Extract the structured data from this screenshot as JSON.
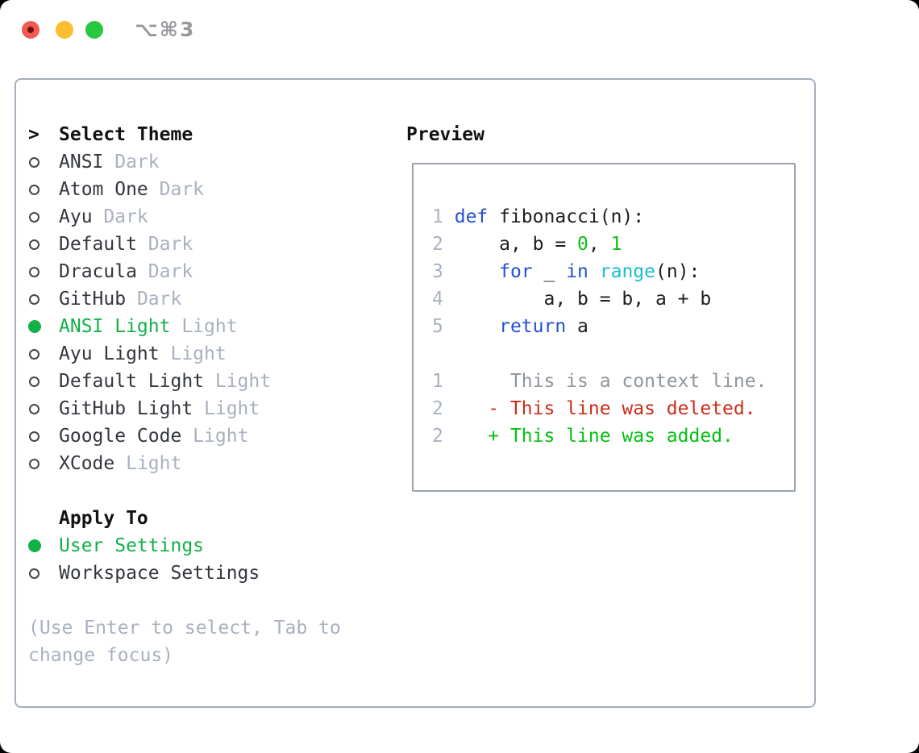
{
  "window": {
    "shortcut_label": "⌥⌘3"
  },
  "colors": {
    "traffic_red": "#f35b51",
    "traffic_yellow": "#fcbd2e",
    "traffic_green": "#27c83f",
    "panel_border": "#a6aebb",
    "selection_green": "#12b147",
    "muted_gray": "#a9b1bd",
    "keyword_blue": "#2251d5",
    "function_cyan": "#19bfcd",
    "number_green": "#0abd16",
    "diff_red": "#cd2d19",
    "diff_green": "#05c113"
  },
  "theme_picker": {
    "title_marker": ">",
    "title": "Select Theme",
    "themes": [
      {
        "name": "ANSI",
        "variant": "Dark",
        "selected": false
      },
      {
        "name": "Atom One",
        "variant": "Dark",
        "selected": false
      },
      {
        "name": "Ayu",
        "variant": "Dark",
        "selected": false
      },
      {
        "name": "Default",
        "variant": "Dark",
        "selected": false
      },
      {
        "name": "Dracula",
        "variant": "Dark",
        "selected": false
      },
      {
        "name": "GitHub",
        "variant": "Dark",
        "selected": false
      },
      {
        "name": "ANSI Light",
        "variant": "Light",
        "selected": true
      },
      {
        "name": "Ayu Light",
        "variant": "Light",
        "selected": false
      },
      {
        "name": "Default Light",
        "variant": "Light",
        "selected": false
      },
      {
        "name": "GitHub Light",
        "variant": "Light",
        "selected": false
      },
      {
        "name": "Google Code",
        "variant": "Light",
        "selected": false
      },
      {
        "name": "XCode",
        "variant": "Light",
        "selected": false
      }
    ],
    "apply_to": {
      "title": "Apply To",
      "options": [
        {
          "label": "User Settings",
          "selected": true
        },
        {
          "label": "Workspace Settings",
          "selected": false
        }
      ]
    },
    "help_lines": [
      "(Use Enter to select, Tab to",
      "change focus)"
    ]
  },
  "preview": {
    "title": "Preview",
    "lines": [
      {
        "tokens": [
          {
            "c": "ln",
            "t": "1"
          },
          {
            "c": "plain",
            "t": " "
          },
          {
            "c": "kw",
            "t": "def"
          },
          {
            "c": "plain",
            "t": " fibonacci(n):"
          }
        ]
      },
      {
        "tokens": [
          {
            "c": "ln",
            "t": "2"
          },
          {
            "c": "plain",
            "t": "     a, b = "
          },
          {
            "c": "num",
            "t": "0"
          },
          {
            "c": "plain",
            "t": ", "
          },
          {
            "c": "num",
            "t": "1"
          }
        ]
      },
      {
        "tokens": [
          {
            "c": "ln",
            "t": "3"
          },
          {
            "c": "plain",
            "t": "     "
          },
          {
            "c": "kw",
            "t": "for"
          },
          {
            "c": "plain",
            "t": " _ "
          },
          {
            "c": "kw",
            "t": "in"
          },
          {
            "c": "plain",
            "t": " "
          },
          {
            "c": "fn",
            "t": "range"
          },
          {
            "c": "plain",
            "t": "(n):"
          }
        ]
      },
      {
        "tokens": [
          {
            "c": "ln",
            "t": "4"
          },
          {
            "c": "plain",
            "t": "         a, b = b, a + b"
          }
        ]
      },
      {
        "tokens": [
          {
            "c": "ln",
            "t": "5"
          },
          {
            "c": "plain",
            "t": "     "
          },
          {
            "c": "kw",
            "t": "return"
          },
          {
            "c": "plain",
            "t": " a"
          }
        ]
      },
      {
        "tokens": []
      },
      {
        "tokens": [
          {
            "c": "ln",
            "t": "1"
          },
          {
            "c": "ctx",
            "t": "      This is a context line."
          }
        ]
      },
      {
        "tokens": [
          {
            "c": "ln",
            "t": "2"
          },
          {
            "c": "del",
            "t": "    - This line was deleted."
          }
        ]
      },
      {
        "tokens": [
          {
            "c": "ln",
            "t": "2"
          },
          {
            "c": "add",
            "t": "    + This line was added."
          }
        ]
      }
    ]
  }
}
